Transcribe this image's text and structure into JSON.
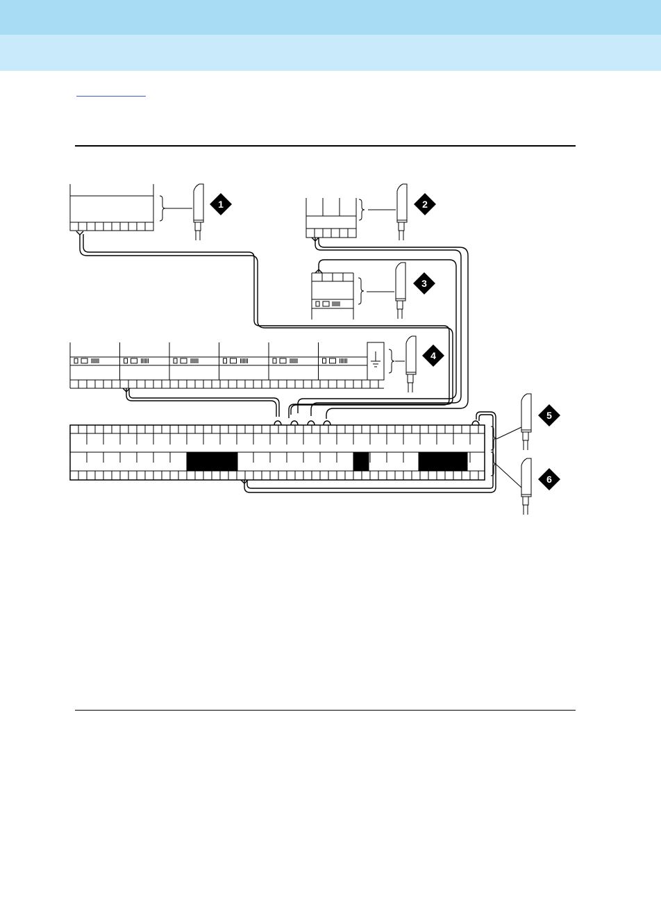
{
  "header": {
    "band_top_color": "#a8dcf4",
    "band_mid_color": "#c8eafa",
    "link_color": "#3b5bdb"
  },
  "diagram": {
    "callouts": [
      "1",
      "2",
      "3",
      "4",
      "5",
      "6"
    ]
  }
}
